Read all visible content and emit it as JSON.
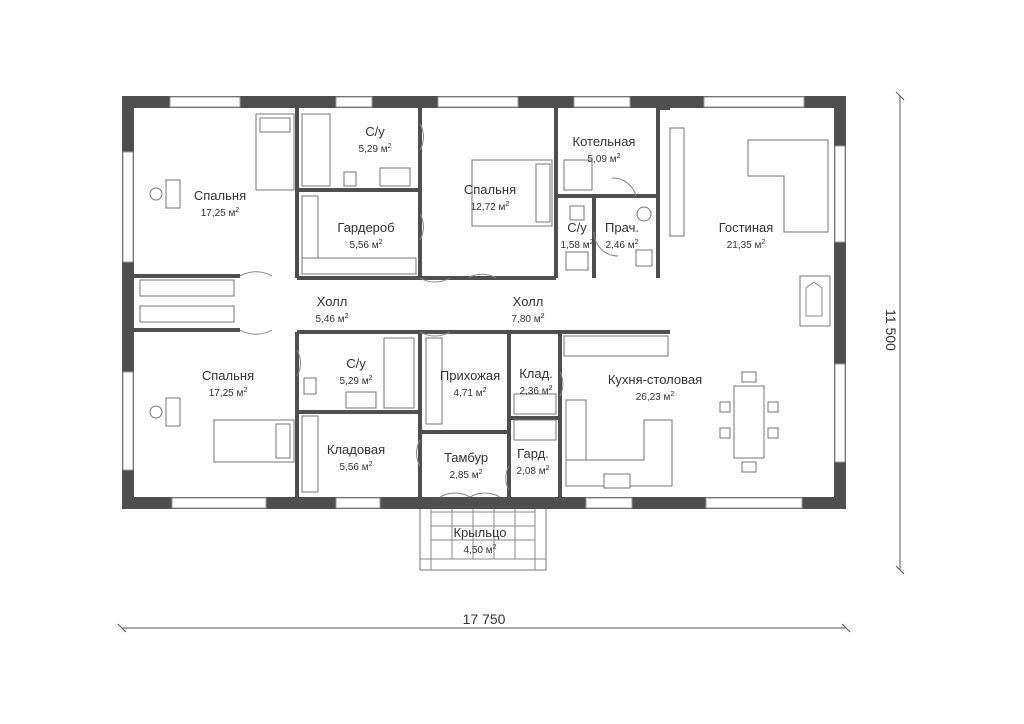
{
  "area_unit": "м",
  "area_exp": "2",
  "rooms": [
    {
      "name": "Спальня",
      "area": "17,25"
    },
    {
      "name": "С/у",
      "area": "5,29"
    },
    {
      "name": "Гардероб",
      "area": "5,56"
    },
    {
      "name": "Спальня",
      "area": "12,72"
    },
    {
      "name": "Котельная",
      "area": "5,09"
    },
    {
      "name": "С/у",
      "area": "1,58"
    },
    {
      "name": "Прач.",
      "area": "2,46"
    },
    {
      "name": "Гостиная",
      "area": "21,35"
    },
    {
      "name": "Холл",
      "area": "5,46"
    },
    {
      "name": "Холл",
      "area": "7,80"
    },
    {
      "name": "Спальня",
      "area": "17,25"
    },
    {
      "name": "С/у",
      "area": "5,29"
    },
    {
      "name": "Прихожая",
      "area": "4,71"
    },
    {
      "name": "Клад.",
      "area": "2,36"
    },
    {
      "name": "Кухня-столовая",
      "area": "26,23"
    },
    {
      "name": "Кладовая",
      "area": "5,56"
    },
    {
      "name": "Тамбур",
      "area": "2,85"
    },
    {
      "name": "Гард.",
      "area": "2,08"
    },
    {
      "name": "Крыльцо",
      "area": "4,50"
    }
  ],
  "dimensions": {
    "width": "17 750",
    "height": "11 500"
  },
  "colors": {
    "wall": "#4f4f4f",
    "text": "#333333",
    "line": "#888888"
  }
}
